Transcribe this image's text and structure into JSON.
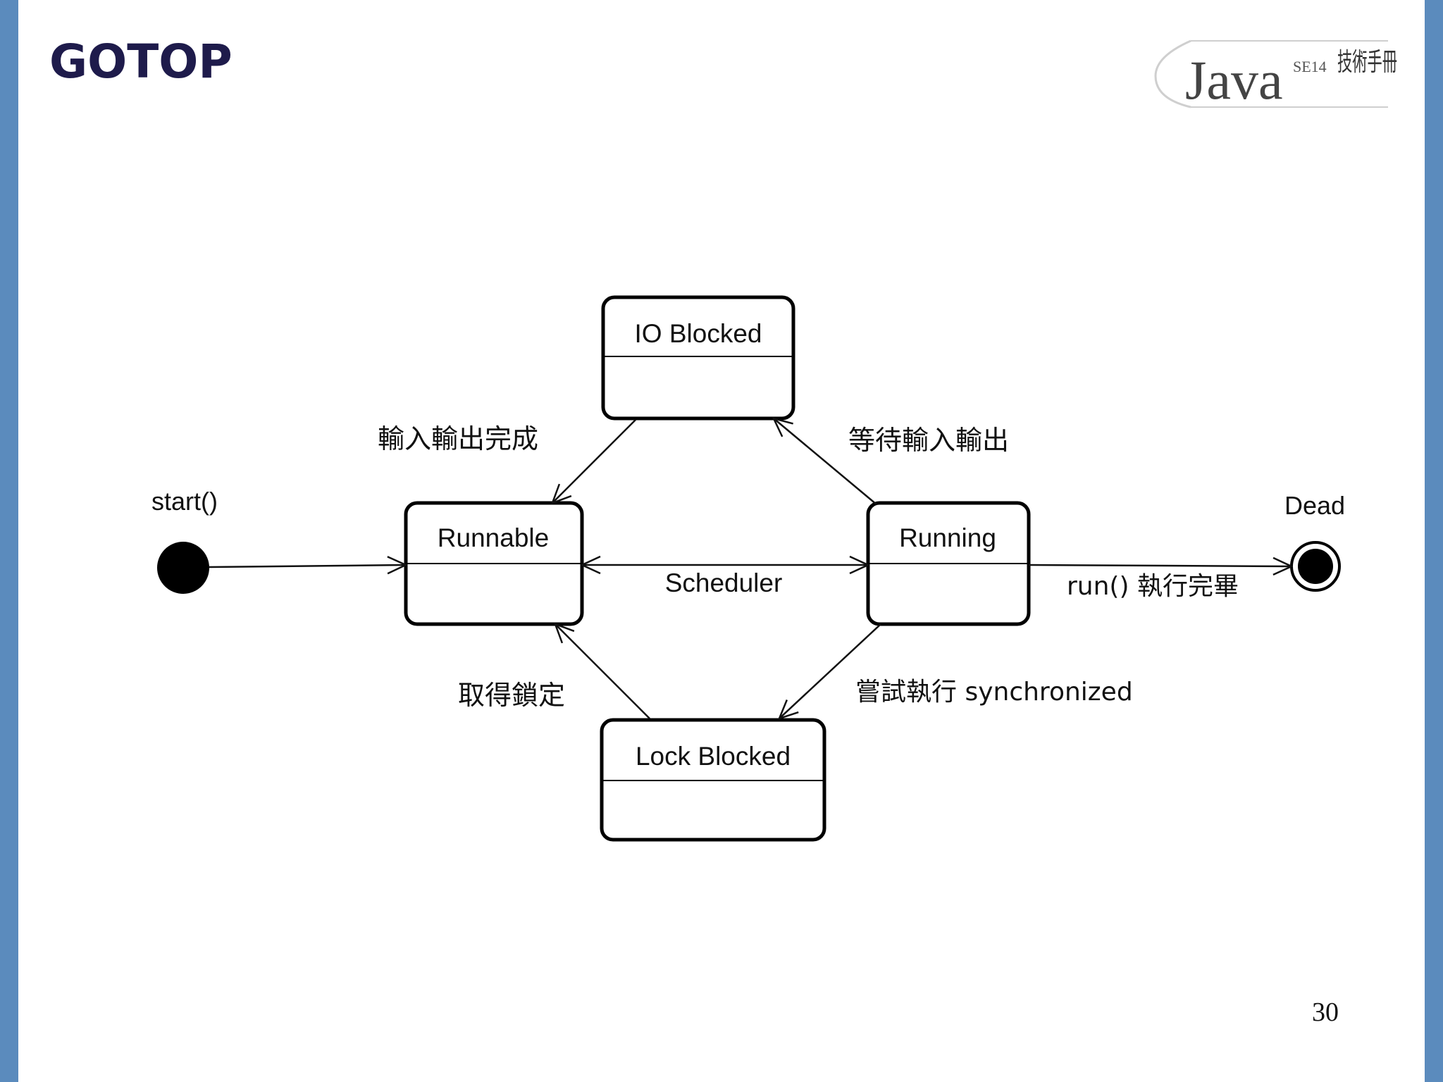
{
  "brand": {
    "gotop_logo_text": "GOTOP",
    "java_logo_text": "Java",
    "java_logo_edition": "SE14",
    "java_logo_seal": "技術手冊",
    "logo_color": "#1e1b4b",
    "accent_color": "#5b8bbd"
  },
  "diagram": {
    "start_label": "start()",
    "end_label": "Dead",
    "states": {
      "runnable": "Runnable",
      "running": "Running",
      "io_blocked": "IO Blocked",
      "lock_blocked": "Lock Blocked"
    },
    "transitions": {
      "scheduler": "Scheduler",
      "io_done": "輸入輸出完成",
      "wait_io": "等待輸入輸出",
      "lock_acquired": "取得鎖定",
      "try_sync": "嘗試執行 synchronized",
      "run_done": "run() 執行完畢"
    }
  },
  "page": {
    "number": "30"
  }
}
